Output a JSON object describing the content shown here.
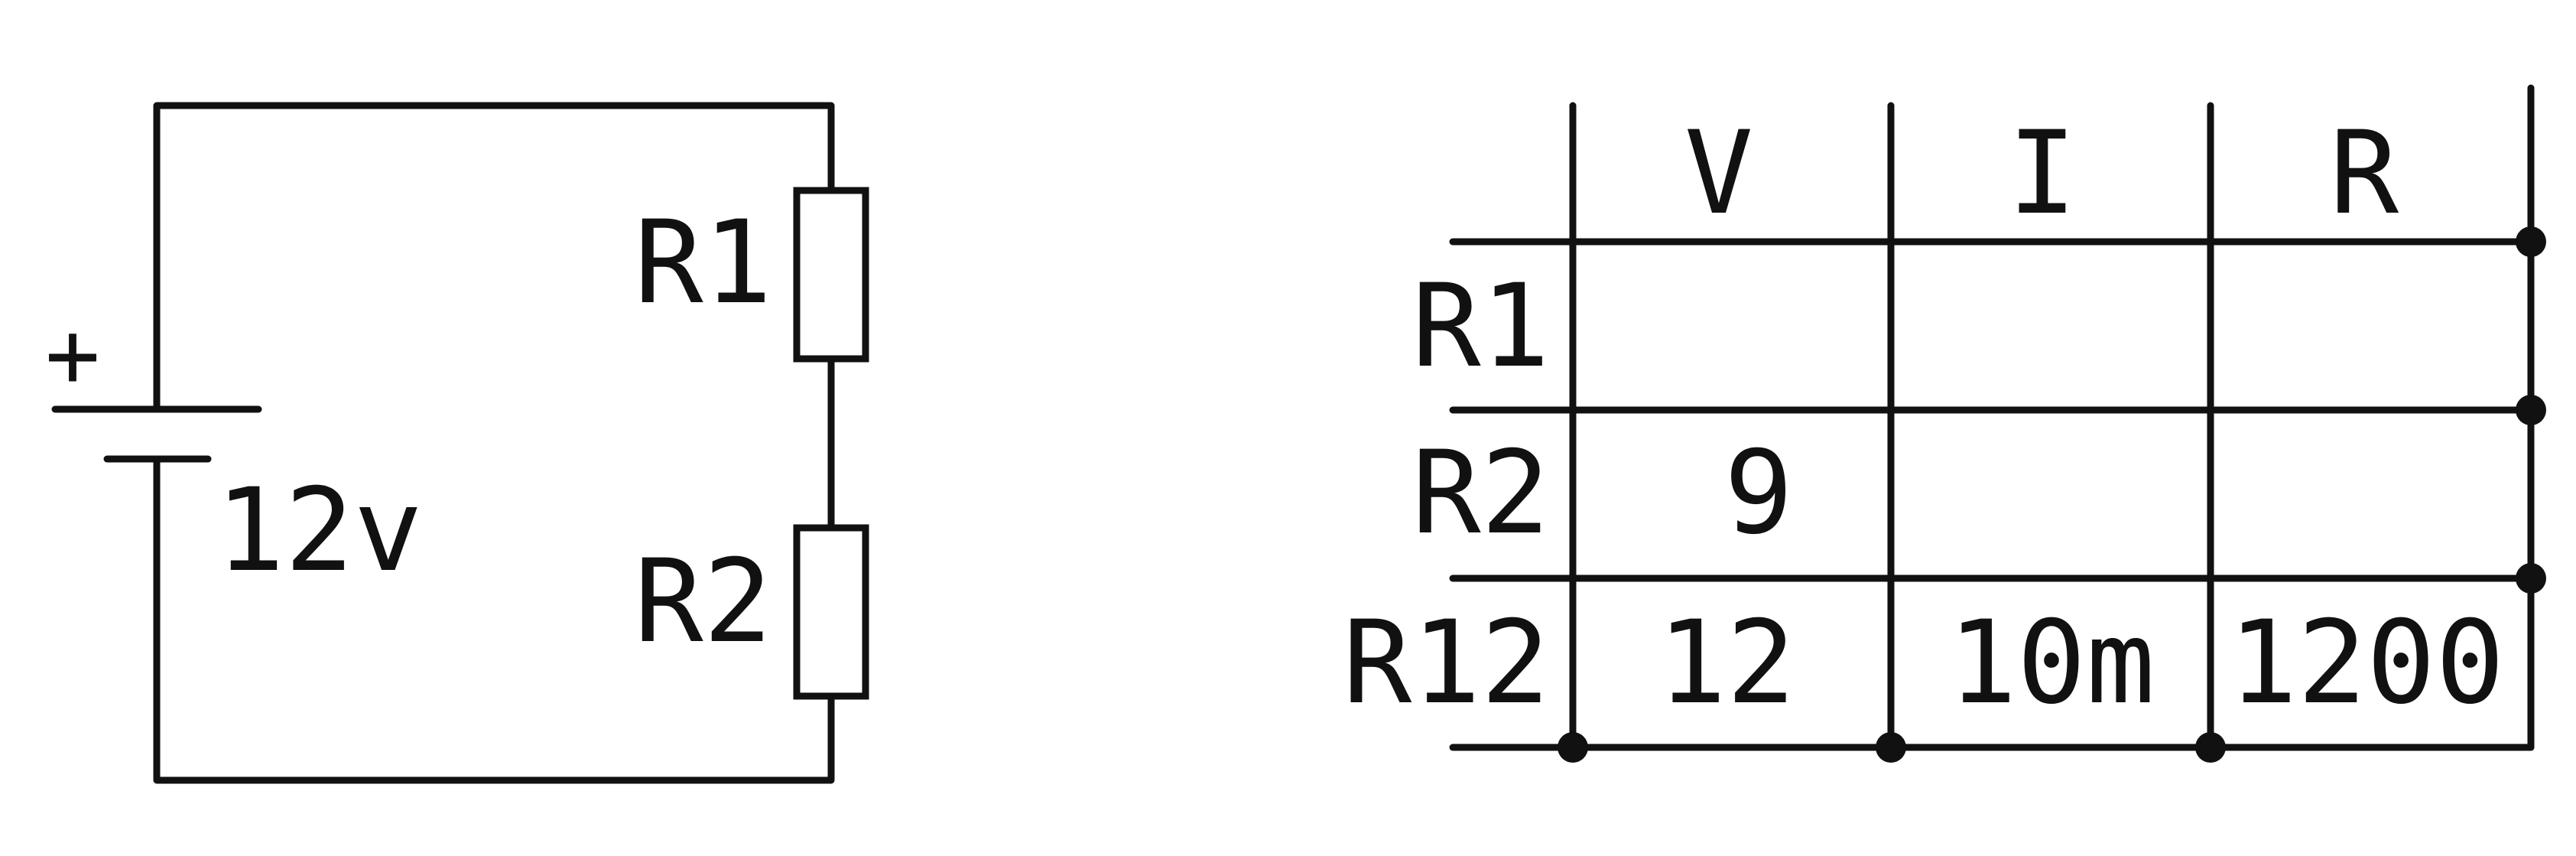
{
  "circuit": {
    "battery_polarity": "+",
    "battery_label": "12v",
    "resistor_1_label": "R1",
    "resistor_2_label": "R2"
  },
  "table": {
    "column_headers": [
      "V",
      "I",
      "R"
    ],
    "rows": [
      {
        "label": "R1",
        "cells": [
          "",
          "",
          ""
        ]
      },
      {
        "label": "R2",
        "cells": [
          "9",
          "",
          ""
        ]
      },
      {
        "label": "R12",
        "cells": [
          "12",
          "10m",
          "1200"
        ]
      }
    ]
  },
  "colors": {
    "ink": "#111111",
    "background": "#ffffff"
  }
}
